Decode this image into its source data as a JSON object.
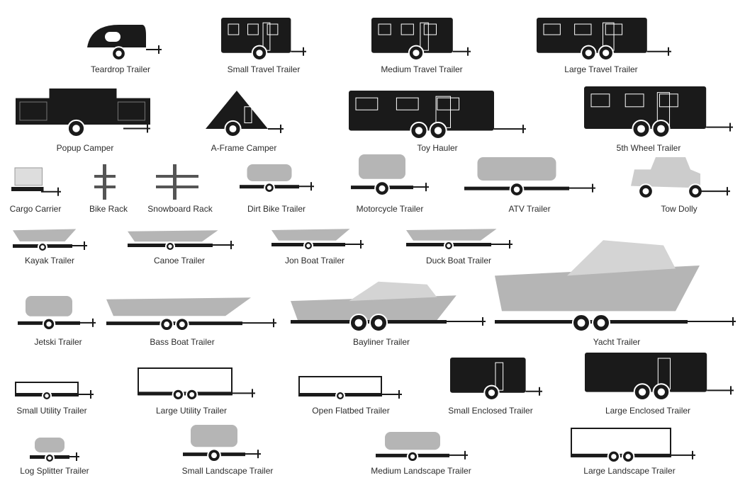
{
  "rows": [
    [
      "Teardrop Trailer",
      "Small Travel Trailer",
      "Medium Travel Trailer",
      "Large Travel Trailer"
    ],
    [
      "Popup Camper",
      "A-Frame Camper",
      "Toy Hauler",
      "5th Wheel Trailer"
    ],
    [
      "Cargo Carrier",
      "Bike Rack",
      "Snowboard Rack",
      "Dirt Bike Trailer",
      "Motorcycle Trailer",
      "ATV Trailer",
      "Tow Dolly"
    ],
    [
      "Kayak Trailer",
      "Canoe Trailer",
      "Jon Boat Trailer",
      "Duck Boat Trailer"
    ],
    [
      "Jetski Trailer",
      "Bass Boat Trailer",
      "Bayliner Trailer",
      "Yacht Trailer"
    ],
    [
      "Small Utility Trailer",
      "Large Utility Trailer",
      "Open Flatbed Trailer",
      "Small Enclosed Trailer",
      "Large Enclosed Trailer"
    ],
    [
      "Log Splitter Trailer",
      "Small Landscape Trailer",
      "Medium Landscape Trailer",
      "Large Landscape Trailer"
    ]
  ],
  "colors": {
    "body": "#1a1a1a",
    "gray": "#b5b5b5",
    "label": "#2b2b2b"
  }
}
